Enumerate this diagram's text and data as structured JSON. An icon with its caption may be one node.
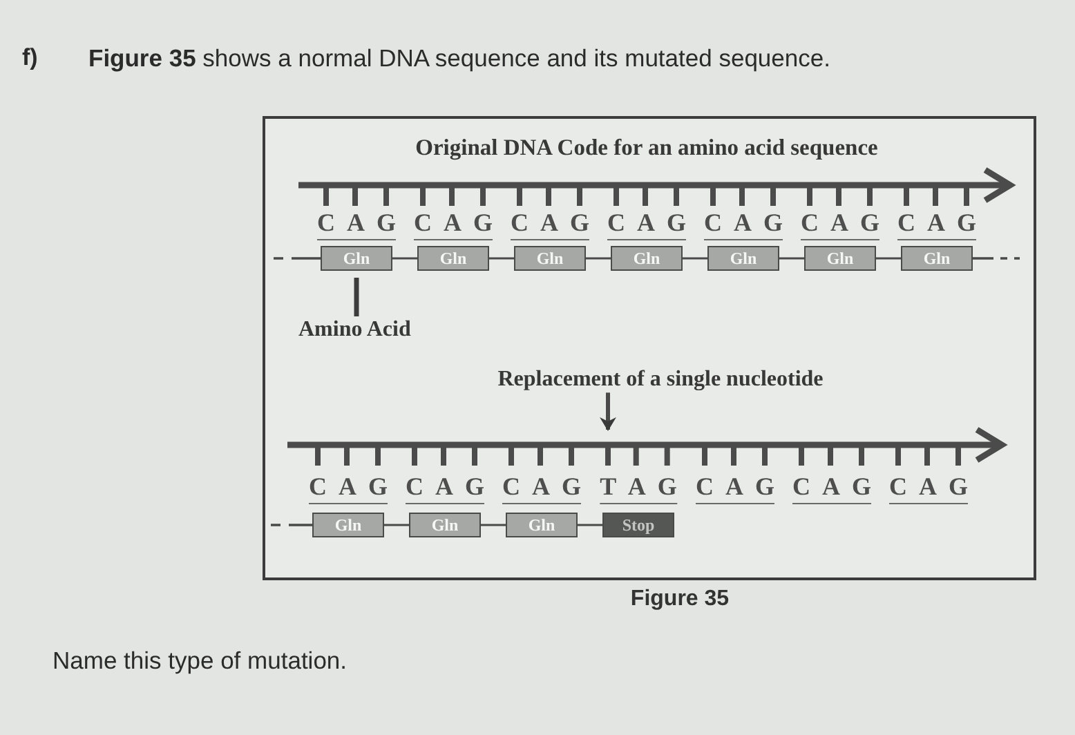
{
  "diagram": {
    "caption": "Figure 35",
    "nodes": [
      {
        "text": [
          "Gln"
        ]
      },
      {
        "text": [
          "Gln"
        ]
      },
      {
        "text": [
          "Gln"
        ]
      },
      {
        "text": [
          "Gln"
        ]
      },
      {
        "text": [
          "Gln"
        ]
      },
      {
        "text": [
          "Gln"
        ]
      },
      {
        "text": [
          "Gln"
        ]
      },
      {
        "text": [
          "Amino Acid"
        ]
      },
      {
        "text": [
          "Replacement of a single nucleotide"
        ]
      },
      {
        "text": [],
        "shape": "picture"
      },
      {
        "text": [
          "Gln"
        ]
      },
      {
        "text": [
          "Gln"
        ]
      },
      {
        "text": [
          "Gln"
        ]
      },
      {
        "text": [
          "Stop"
        ]
      }
    ],
    "edges": [
      {
        "from": null,
        "to": 0,
        "arrow": "none",
        "style": "dashed"
      },
      {
        "from": 0,
        "to": 1,
        "arrow": "none"
      },
      {
        "from": 1,
        "to": 2,
        "arrow": "none"
      },
      {
        "from": 2,
        "to": 3,
        "arrow": "none"
      },
      {
        "from": 3,
        "to": 4,
        "arrow": "none"
      },
      {
        "from": 4,
        "to": 5,
        "arrow": "none"
      },
      {
        "from": 5,
        "to": 6,
        "arrow": "none"
      },
      {
        "from": 6,
        "to": null,
        "arrow": "none",
        "style": "dashed"
      },
      {
        "from": 7,
        "to": 0,
        "arrow": "none",
        "style": "thick"
      },
      {
        "from": 8,
        "to": 9,
        "arrow": "to"
      },
      {
        "from": null,
        "to": 10,
        "arrow": "none",
        "style": "dashed"
      },
      {
        "from": 10,
        "to": 11,
        "arrow": "none"
      },
      {
        "from": 11,
        "to": 12,
        "arrow": "none"
      },
      {
        "from": 12,
        "to": 13,
        "arrow": "none"
      }
    ],
    "labels": [
      "f)",
      "**Figure 35** shows a normal DNA sequence and its mutated sequence.",
      "Original DNA Code for an amino acid sequence",
      "C A G",
      "C A G",
      "C A G",
      "C A G",
      "C A G",
      "C A G",
      "C A G",
      "C A G",
      "C A G",
      "C A G",
      "T A G",
      "C A G",
      "C A G",
      "C A G",
      "Name this type of mutation."
    ]
  }
}
